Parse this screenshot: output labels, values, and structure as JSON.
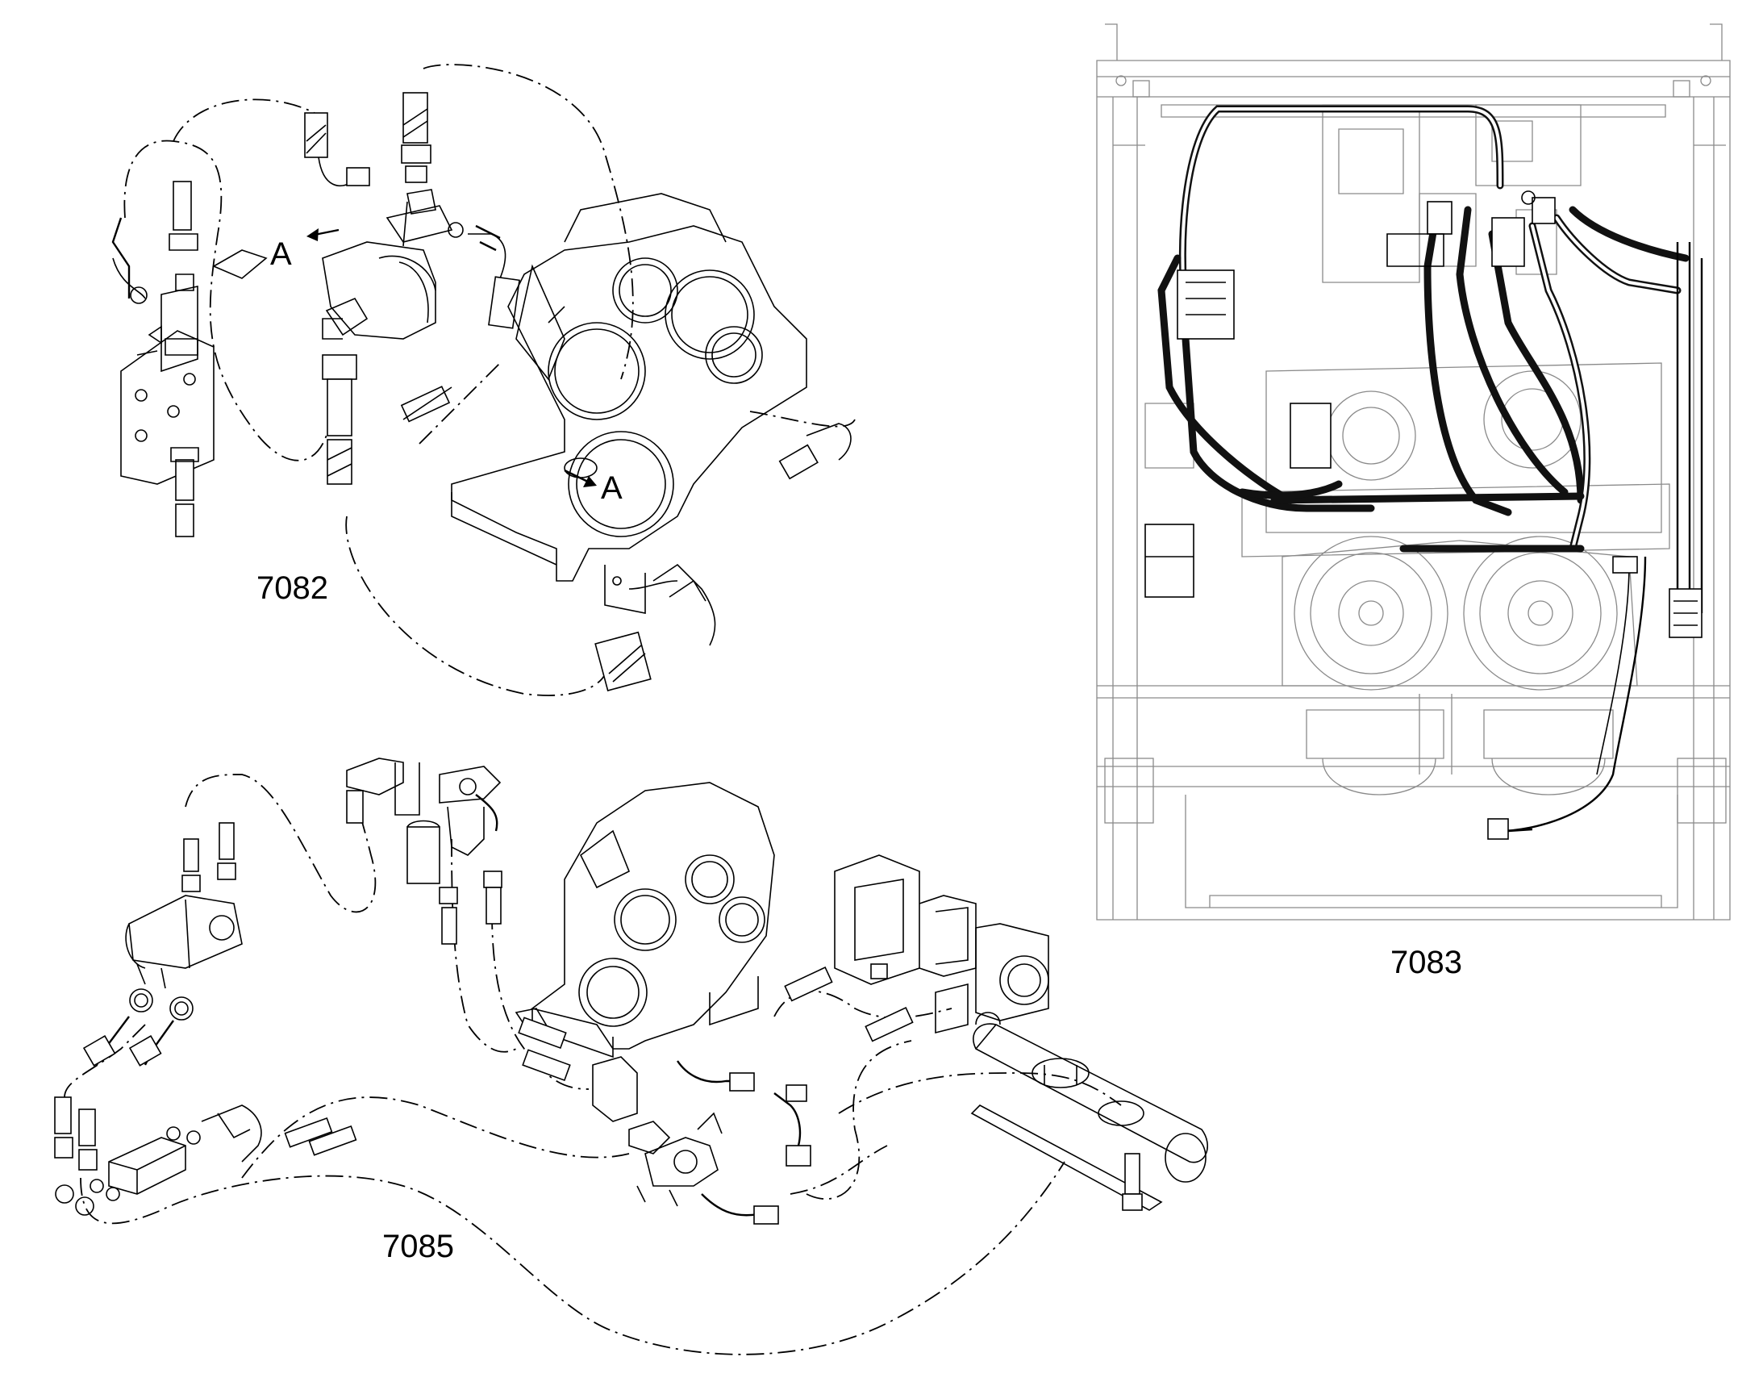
{
  "figures": [
    {
      "id": "7082",
      "label": "7082",
      "callouts": [
        "A",
        "A"
      ]
    },
    {
      "id": "7083",
      "label": "7083"
    },
    {
      "id": "7085",
      "label": "7085"
    }
  ],
  "colors": {
    "line": "#000000",
    "frame": "#8a8a8a",
    "background": "#ffffff"
  }
}
